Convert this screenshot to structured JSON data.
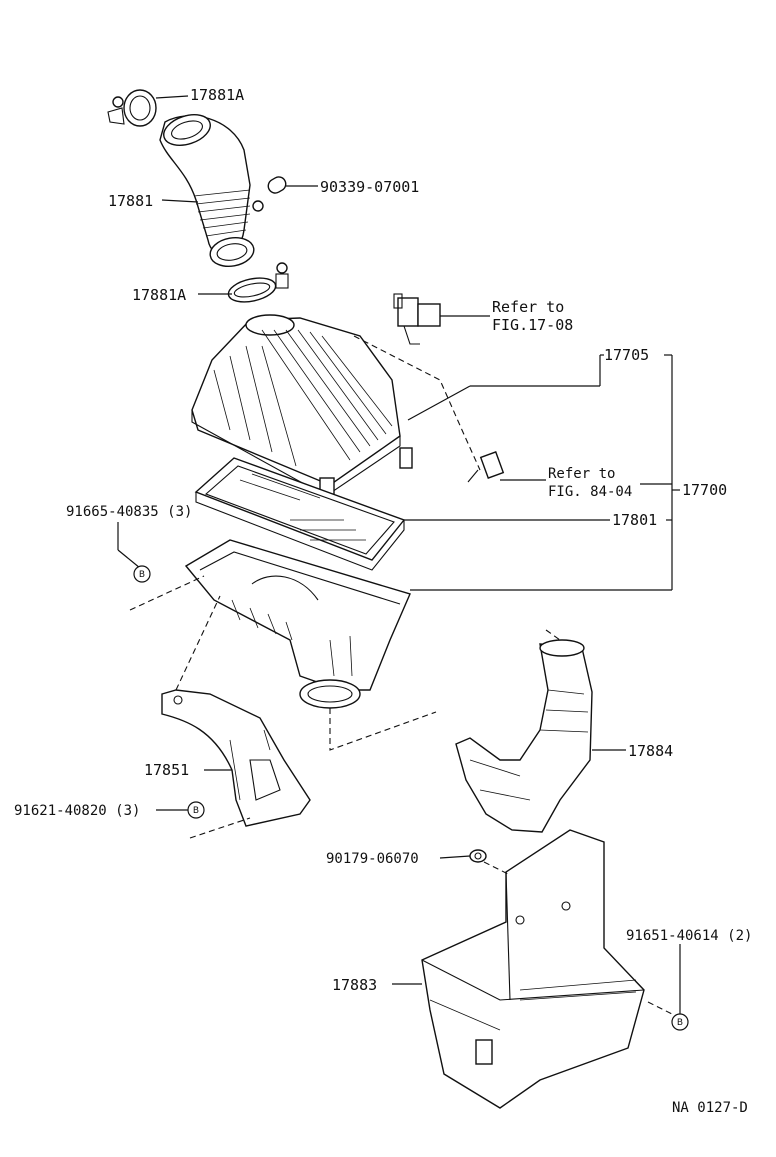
{
  "diagram": {
    "labels": {
      "clamp_upper": "17881A",
      "hose": "17881",
      "plug": "90339-07001",
      "clamp_lower": "17881A",
      "refer_17_08_line1": "Refer to",
      "refer_17_08_line2": "FIG.17-08",
      "cap_assy": "17705",
      "air_cleaner_assy": "17700",
      "refer_84_04_line1": "Refer to",
      "refer_84_04_line2": "FIG. 84-04",
      "element": "17801",
      "bolt_upper": "91665-40835 (3)",
      "bracket": "17851",
      "bolt_bracket": "91621-40820 (3)",
      "duct": "17884",
      "nut": "90179-06070",
      "bolt_resonator": "91651-40614 (2)",
      "resonator": "17883",
      "fig_code": "NA 0127-D"
    },
    "bolt_symbol": "B"
  }
}
